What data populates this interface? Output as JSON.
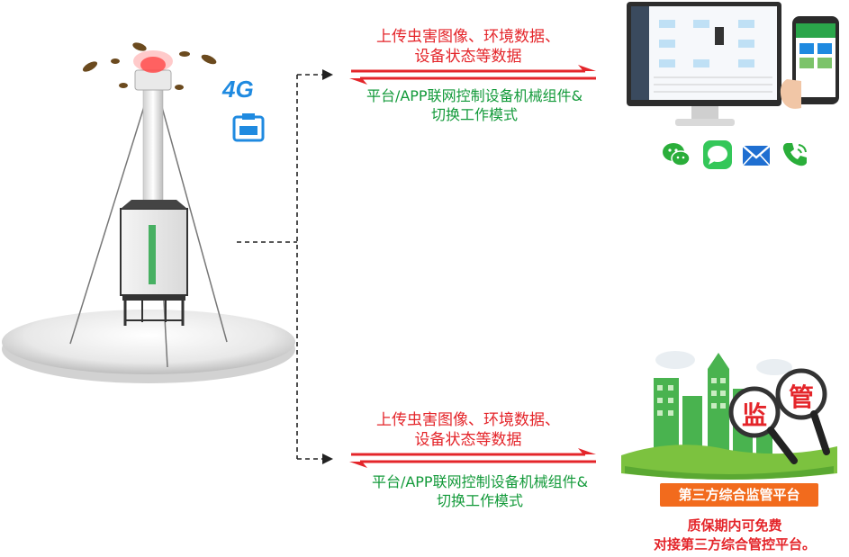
{
  "top_flow": {
    "upload_line1": "上传虫害图像、环境数据、",
    "upload_line2": "设备状态等数据",
    "control_line1": "平台/APP联网控制设备机械组件&",
    "control_line2": "切换工作模式"
  },
  "bottom_flow": {
    "upload_line1": "上传虫害图像、环境数据、",
    "upload_line2": "设备状态等数据",
    "control_line1": "平台/APP联网控制设备机械组件&",
    "control_line2": "切换工作模式"
  },
  "network": {
    "badge_4g": "4G"
  },
  "third_party": {
    "sign_char1": "监",
    "sign_char2": "管",
    "platform_label": "第三方综合监管平台",
    "note_line1": "质保期内可免费",
    "note_line2": "对接第三方综合管控平台。"
  },
  "icons": [
    "wechat-icon",
    "message-icon",
    "mail-icon",
    "phone-icon"
  ],
  "colors": {
    "upload_text": "#e4252a",
    "control_text": "#139a3a",
    "arrow_red": "#e4252a",
    "arrow_green": "#139a3a",
    "label_bg": "#f26b1d"
  }
}
